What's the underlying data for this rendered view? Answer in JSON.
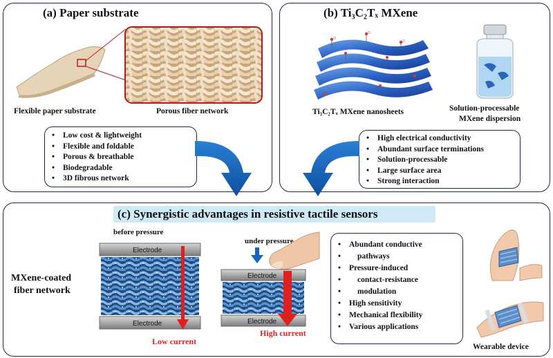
{
  "panel_a": {
    "title": "(a) Paper substrate",
    "caption_paper": "Flexible paper substrate",
    "caption_fiber": "Porous fiber network",
    "features": [
      "Low cost & lightweight",
      "Flexible and foldable",
      "Porous & breathable",
      "Biodegradable",
      "3D fibrous network"
    ]
  },
  "panel_b": {
    "title": "(b) Ti₃C₂Tₓ MXene",
    "caption_nanosheets": "Ti₃C₂Tₓ MXene nanosheets",
    "caption_dispersion_line1": "Solution-processable",
    "caption_dispersion_line2": "MXene dispersion",
    "features": [
      "High electrical conductivity",
      "Abundant surface terminations",
      "Solution-processable",
      "Large surface area",
      "Strong interaction"
    ]
  },
  "panel_c": {
    "title": "(c) Synergistic advantages in resistive tactile sensors",
    "network_label_line1": "MXene-coated",
    "network_label_line2": "fiber network",
    "before_label": "before pressure",
    "under_label": "under pressure",
    "electrode_label": "Electrode",
    "low_current": "Low current",
    "high_current": "High current",
    "features": [
      "Abundant conductive",
      "pathways",
      "Pressure-induced",
      "contact-resistance",
      "modulation",
      "High sensitivity",
      "Mechanical flexibility",
      "Various applications"
    ],
    "wearable_label": "Wearable device"
  },
  "colors": {
    "panel_border": "#1c2a4a",
    "arrow_blue": "#1565c0",
    "title_bg": "#cfe9f6",
    "current_red": "#e02020"
  }
}
